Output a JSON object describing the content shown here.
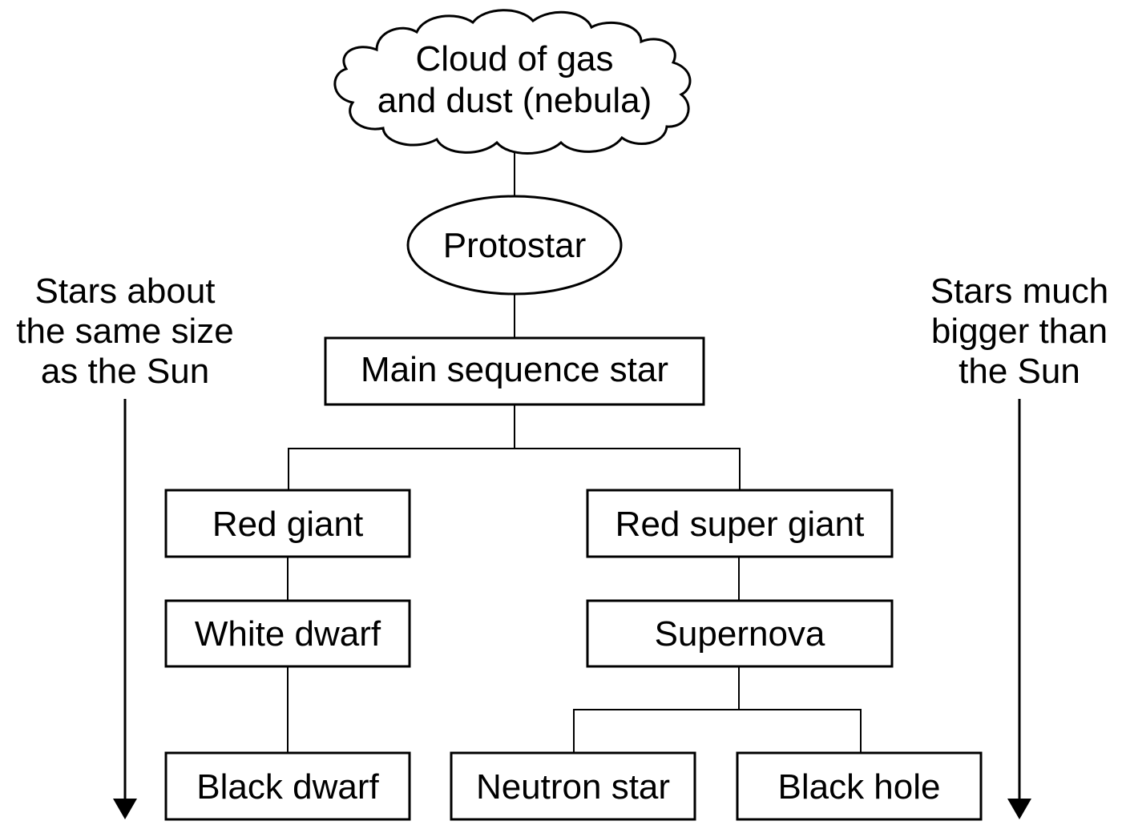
{
  "diagram": {
    "title": "Life cycle of stars",
    "nodes": {
      "nebula": {
        "lines": [
          "Cloud of gas",
          "and dust (nebula)"
        ],
        "shape": "cloud"
      },
      "protostar": {
        "label": "Protostar",
        "shape": "ellipse"
      },
      "main_sequence": {
        "label": "Main sequence star",
        "shape": "rectangle"
      },
      "red_giant": {
        "label": "Red giant",
        "shape": "rectangle"
      },
      "white_dwarf": {
        "label": "White dwarf",
        "shape": "rectangle"
      },
      "black_dwarf": {
        "label": "Black dwarf",
        "shape": "rectangle"
      },
      "red_super_giant": {
        "label": "Red super giant",
        "shape": "rectangle"
      },
      "supernova": {
        "label": "Supernova",
        "shape": "rectangle"
      },
      "neutron_star": {
        "label": "Neutron star",
        "shape": "rectangle"
      },
      "black_hole": {
        "label": "Black hole",
        "shape": "rectangle"
      }
    },
    "edges": [
      [
        "nebula",
        "protostar"
      ],
      [
        "protostar",
        "main_sequence"
      ],
      [
        "main_sequence",
        "red_giant"
      ],
      [
        "main_sequence",
        "red_super_giant"
      ],
      [
        "red_giant",
        "white_dwarf"
      ],
      [
        "white_dwarf",
        "black_dwarf"
      ],
      [
        "red_super_giant",
        "supernova"
      ],
      [
        "supernova",
        "neutron_star"
      ],
      [
        "supernova",
        "black_hole"
      ]
    ],
    "side_labels": {
      "left": {
        "lines": [
          "Stars about",
          "the same size",
          "as the Sun"
        ],
        "direction": "down"
      },
      "right": {
        "lines": [
          "Stars much",
          "bigger than",
          "the Sun"
        ],
        "direction": "down"
      }
    }
  }
}
